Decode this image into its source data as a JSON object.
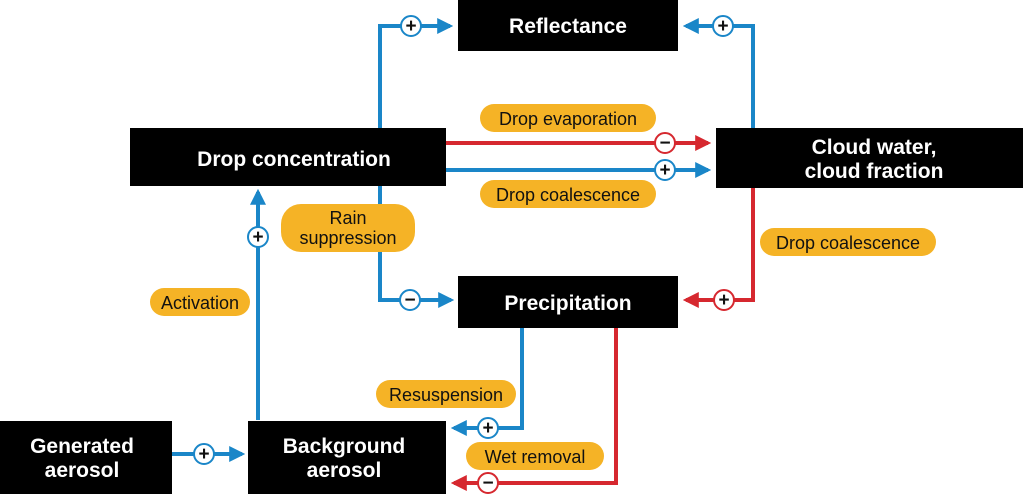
{
  "colors": {
    "box": "#000000",
    "box_text": "#ffffff",
    "label_bg": "#f5b326",
    "positive": "#1a86c8",
    "negative": "#d6282f"
  },
  "nodes": {
    "reflectance": "Reflectance",
    "drop_concentration": "Drop concentration",
    "cloud_water_line1": "Cloud water,",
    "cloud_water_line2": "cloud fraction",
    "precipitation": "Precipitation",
    "generated_aerosol_line1": "Generated",
    "generated_aerosol_line2": "aerosol",
    "background_aerosol_line1": "Background",
    "background_aerosol_line2": "aerosol"
  },
  "labels": {
    "drop_evaporation": "Drop evaporation",
    "drop_coalescence_left": "Drop coalescence",
    "drop_coalescence_right": "Drop coalescence",
    "rain_suppression_line1": "Rain",
    "rain_suppression_line2": "suppression",
    "activation": "Activation",
    "resuspension": "Resuspension",
    "wet_removal": "Wet removal"
  },
  "signs": {
    "positive": "+",
    "negative": "−"
  }
}
